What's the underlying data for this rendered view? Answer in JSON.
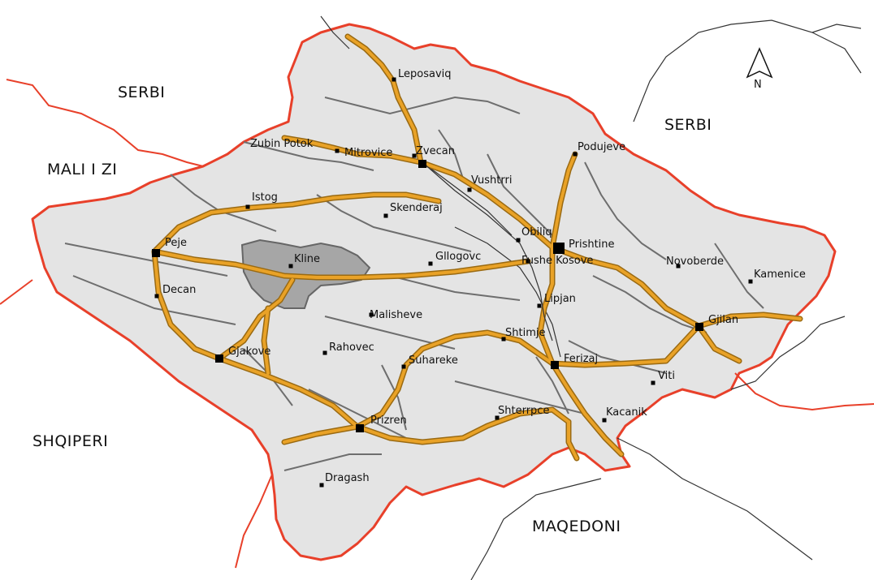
{
  "colors": {
    "region_fill": "#e4e4e4",
    "border_outer": "#e8402a",
    "border_inner": "#6e6e6e",
    "road": "#e9a227",
    "road_edge": "#9a6a12",
    "railway": "#333333",
    "highlight_region": "#a6a6a6",
    "city_marker": "#000000"
  },
  "north_arrow": {
    "label": "N"
  },
  "countries": [
    {
      "id": "serbi-nw",
      "name": "SERBI"
    },
    {
      "id": "serbi-ne",
      "name": "SERBI"
    },
    {
      "id": "mali-i-zi",
      "name": "MALI I ZI"
    },
    {
      "id": "shqiperi",
      "name": "SHQIPERI"
    },
    {
      "id": "maqedoni",
      "name": "MAQEDONI"
    }
  ],
  "cities": [
    {
      "id": "leposavic",
      "name": "Leposaviq",
      "size": "small"
    },
    {
      "id": "zubin-potok",
      "name": "Zubin Potok",
      "size": "small"
    },
    {
      "id": "mitrovice",
      "name": "Mitrovice",
      "size": "large"
    },
    {
      "id": "zvecan",
      "name": "Zvecan",
      "size": "small"
    },
    {
      "id": "podujeve",
      "name": "Podujeve",
      "size": "small"
    },
    {
      "id": "vushtrri",
      "name": "Vushtrri",
      "size": "small"
    },
    {
      "id": "istog",
      "name": "Istog",
      "size": "small"
    },
    {
      "id": "skenderaj",
      "name": "Skenderaj",
      "size": "small"
    },
    {
      "id": "obiliq",
      "name": "Obiliq",
      "size": "small"
    },
    {
      "id": "prishtine",
      "name": "Prishtine",
      "size": "capital"
    },
    {
      "id": "peje",
      "name": "Peje",
      "size": "large"
    },
    {
      "id": "kline",
      "name": "Kline",
      "size": "small"
    },
    {
      "id": "glogovc",
      "name": "Gllogovc",
      "size": "small"
    },
    {
      "id": "fushe-kosove",
      "name": "Fushe Kosove",
      "size": "small"
    },
    {
      "id": "novoberde",
      "name": "Novoberde",
      "size": "small"
    },
    {
      "id": "kamenice",
      "name": "Kamenice",
      "size": "small"
    },
    {
      "id": "decan",
      "name": "Decan",
      "size": "small"
    },
    {
      "id": "lipjan",
      "name": "Lipjan",
      "size": "small"
    },
    {
      "id": "malisheve",
      "name": "Malisheve",
      "size": "small"
    },
    {
      "id": "gjilan",
      "name": "Gjilan",
      "size": "large"
    },
    {
      "id": "shtimje",
      "name": "Shtimje",
      "size": "small"
    },
    {
      "id": "gjakove",
      "name": "Gjakove",
      "size": "large"
    },
    {
      "id": "rahovec",
      "name": "Rahovec",
      "size": "small"
    },
    {
      "id": "suhareke",
      "name": "Suhareke",
      "size": "small"
    },
    {
      "id": "ferizaj",
      "name": "Ferizaj",
      "size": "large"
    },
    {
      "id": "viti",
      "name": "Viti",
      "size": "small"
    },
    {
      "id": "shterpce",
      "name": "Shterrpce",
      "size": "small"
    },
    {
      "id": "kacanik",
      "name": "Kacanik",
      "size": "small"
    },
    {
      "id": "prizren",
      "name": "Prizren",
      "size": "large"
    },
    {
      "id": "dragash",
      "name": "Dragash",
      "size": "small"
    }
  ]
}
